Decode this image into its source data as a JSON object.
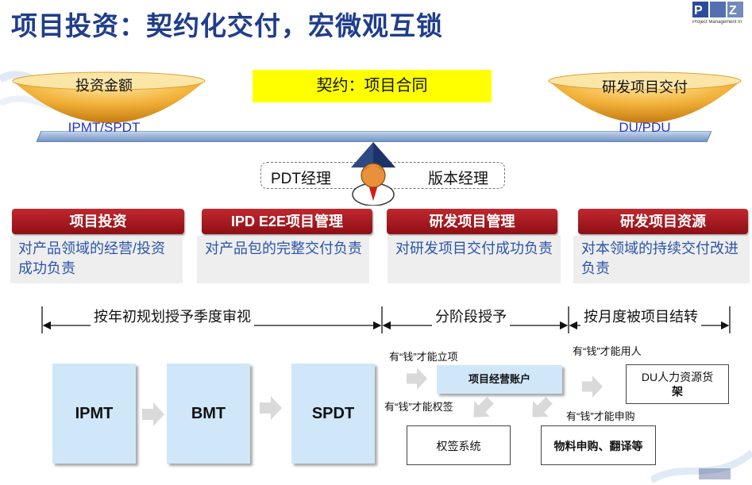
{
  "title": "项目投资：契约化交付，宏微观互锁",
  "logo": {
    "sub": "Project Management In"
  },
  "bowls": {
    "left": {
      "label": "投资金额",
      "sub": "IPMT/SPDT"
    },
    "right": {
      "label": "研发项目交付",
      "sub": "DU/PDU"
    }
  },
  "contract": "契约：项目合同",
  "roles": {
    "left": "PDT经理",
    "right": "版本经理"
  },
  "columns": [
    {
      "header": "项目投资",
      "desc": "对产品领域的经营/投资成功负责"
    },
    {
      "header": "IPD E2E项目管理",
      "desc": "对产品包的完整交付负责"
    },
    {
      "header": "研发项目管理",
      "desc": "对研发项目交付成功负责"
    },
    {
      "header": "研发项目资源",
      "desc": "对本领域的持续交付改进负责"
    }
  ],
  "timeline": {
    "seg1": "按年初规划授予季度审视",
    "seg2": "分阶段授予",
    "seg3": "按月度被项目结转"
  },
  "flow": {
    "ipmt": "IPMT",
    "bmt": "BMT",
    "spdt": "SPDT"
  },
  "notes": {
    "n1": "有“钱”才能立项",
    "n2": "有“钱”才能权签",
    "n3": "有“钱”才能用人",
    "n4": "有“钱”才能申购"
  },
  "account": "项目经营账户",
  "boxes": {
    "sign": "权签系统",
    "purchase": "物料申购、翻译等",
    "du_line1": "DU人力资源货",
    "du_line2": "架"
  },
  "colors": {
    "title": "#1f3d8a",
    "header_red": "#a8181e",
    "desc_text": "#2b55a8",
    "box_blue": "#cfe7f9",
    "contract_yellow": "#ffff00",
    "bowl_gold": "#f2b23a"
  }
}
